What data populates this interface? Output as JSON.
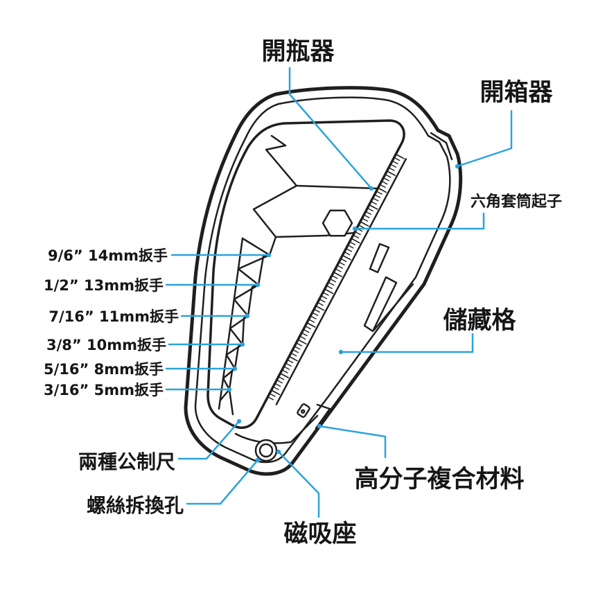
{
  "callouts": {
    "bottle_opener": "開瓶器",
    "box_cutter": "開箱器",
    "hex_socket_driver": "六角套筒起子",
    "wrench_sizes": [
      "9/6” 14mm扳手",
      "1/2” 13mm扳手",
      "7/16” 11mm扳手",
      "3/8” 10mm扳手",
      "5/16” 8mm扳手",
      "3/16” 5mm扳手"
    ],
    "storage_compartment": "儲藏格",
    "metric_ruler": "兩種公制尺",
    "polymer_composite": "高分子複合材料",
    "screw_removal_hole": "螺絲拆換孔",
    "magnetic_base": "磁吸座"
  },
  "colors": {
    "callout_line": "#2aa3dc",
    "tool_outline": "#1f1f1f",
    "label_text": "#161616"
  }
}
